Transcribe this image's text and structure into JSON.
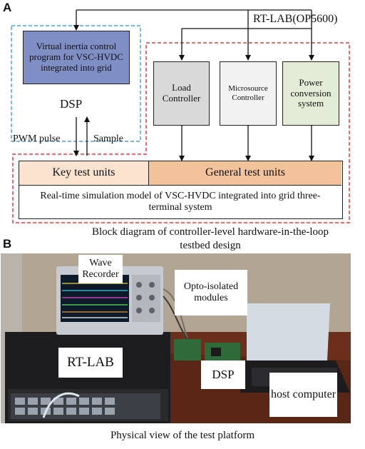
{
  "panel_a": {
    "letter": "A",
    "rt_lab_label": "RT-LAB(OP5600)",
    "dsp_program": "Virtual inertia control program for VSC-HVDC integrated into grid",
    "dsp_label": "DSP",
    "load_controller": "Load Controller",
    "microsource_controller": "Microsource Controller",
    "power_conversion": "Power conversion system",
    "pwm_label": "PWM pulse",
    "sample_label": "Sample",
    "key_units": "Key test units",
    "general_units": "General test units",
    "model_text": "Real-time simulation model of VSC-HVDC integrated into grid  three-terminal system",
    "caption": "Block diagram of controller-level hardware-in-the-loop testbed design",
    "colors": {
      "dsp_box": "#7f8fc6",
      "dsp_border": "#4aa3df",
      "rtlab_border": "#e43b3b",
      "load_box": "#d9d9d9",
      "micro_box": "#f2f2f2",
      "power_box": "#e2ecd7",
      "key_units": "#fbe3d0",
      "general_units": "#f2c29a"
    }
  },
  "panel_b": {
    "letter": "B",
    "wave_recorder": "Wave Recorder",
    "opto_modules": "Opto-isolated modules",
    "rt_lab": "RT-LAB",
    "dsp": "DSP",
    "host_computer": "host computer",
    "caption": "Physical view of the test platform"
  }
}
